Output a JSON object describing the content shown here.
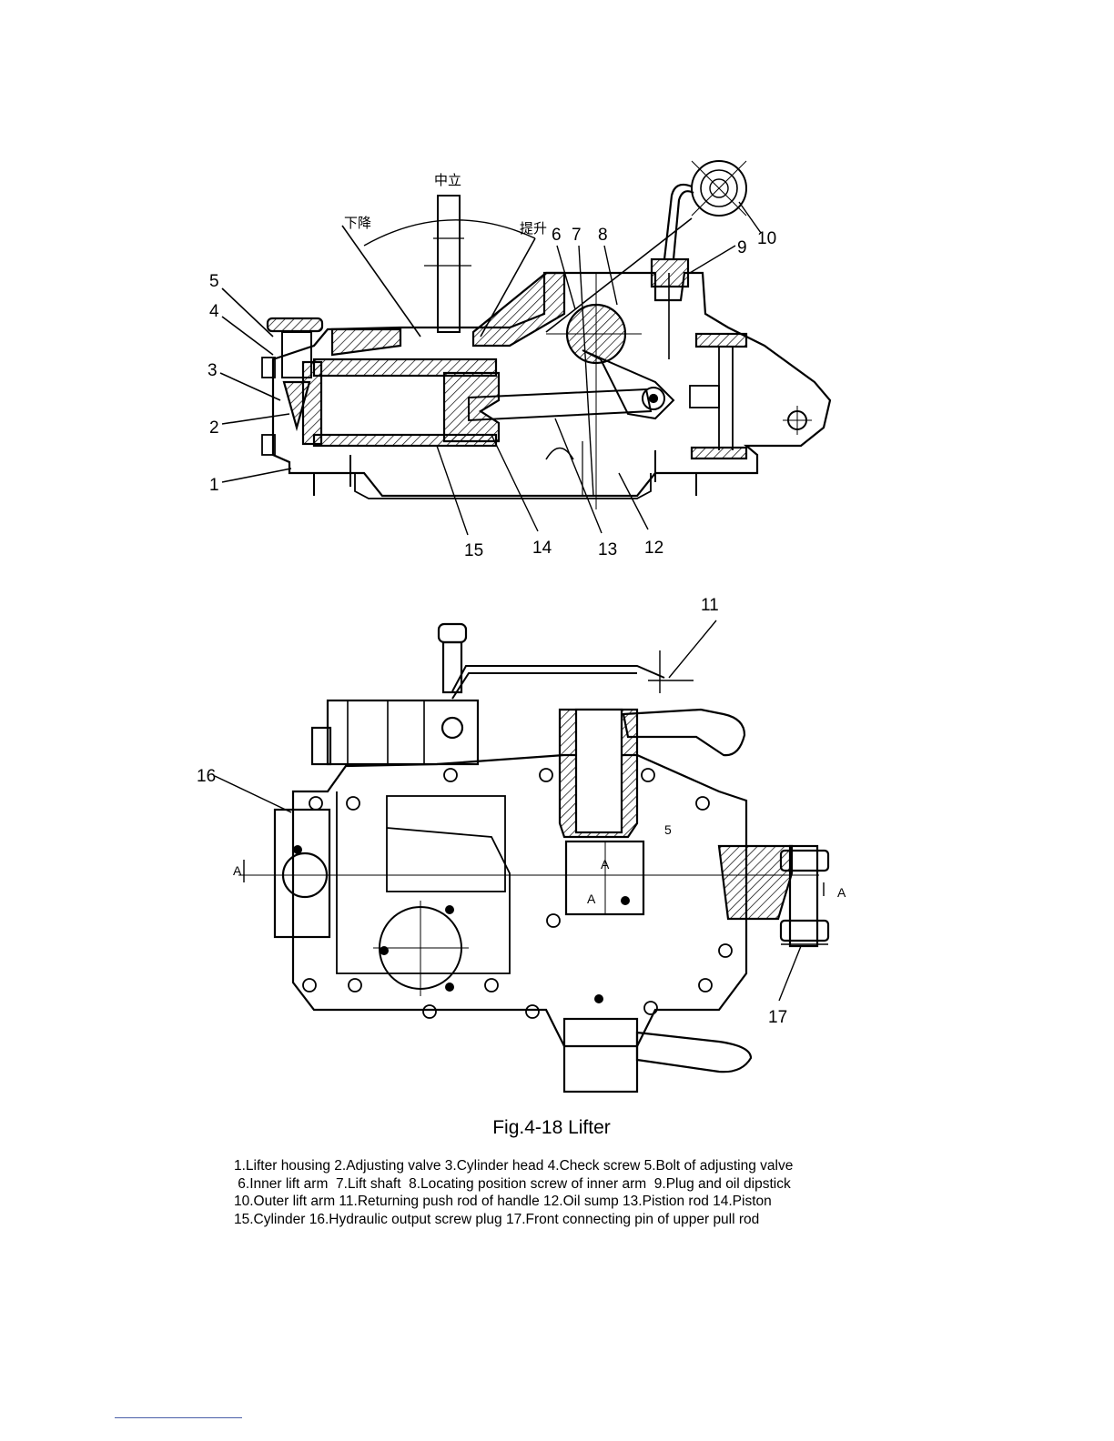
{
  "figure": {
    "top_view": {
      "texts": {
        "neutral": "中立",
        "lower": "下降",
        "lift": "提升"
      },
      "callouts": [
        {
          "id": "1",
          "text": "1"
        },
        {
          "id": "2",
          "text": "2"
        },
        {
          "id": "3",
          "text": "3"
        },
        {
          "id": "4",
          "text": "4"
        },
        {
          "id": "5",
          "text": "5"
        },
        {
          "id": "6",
          "text": "6"
        },
        {
          "id": "7",
          "text": "7"
        },
        {
          "id": "8",
          "text": "8"
        },
        {
          "id": "9",
          "text": "9"
        },
        {
          "id": "10",
          "text": "10"
        },
        {
          "id": "12",
          "text": "12"
        },
        {
          "id": "13",
          "text": "13"
        },
        {
          "id": "14",
          "text": "14"
        },
        {
          "id": "15",
          "text": "15"
        }
      ]
    },
    "bottom_view": {
      "callouts": [
        {
          "id": "11",
          "text": "11"
        },
        {
          "id": "16",
          "text": "16"
        },
        {
          "id": "17",
          "text": "17"
        }
      ],
      "section_marks": {
        "a_left": "A",
        "a_right": "A",
        "a_center_1": "A",
        "a_center_2": "A",
        "detail_5": "5"
      }
    }
  },
  "caption": "Fig.4-18  Lifter",
  "legend_lines": [
    "1.Lifter housing  2.Adjusting valve  3.Cylinder head  4.Check screw  5.Bolt of adjusting valve",
    " 6.Inner lift arm  7.Lift shaft  8.Locating position screw of inner arm  9.Plug and oil dipstick",
    "10.Outer lift arm  11.Returning push rod of handle  12.Oil sump  13.Pistion rod  14.Piston",
    "15.Cylinder  16.Hydraulic output screw plug  17.Front connecting pin of upper pull rod"
  ]
}
